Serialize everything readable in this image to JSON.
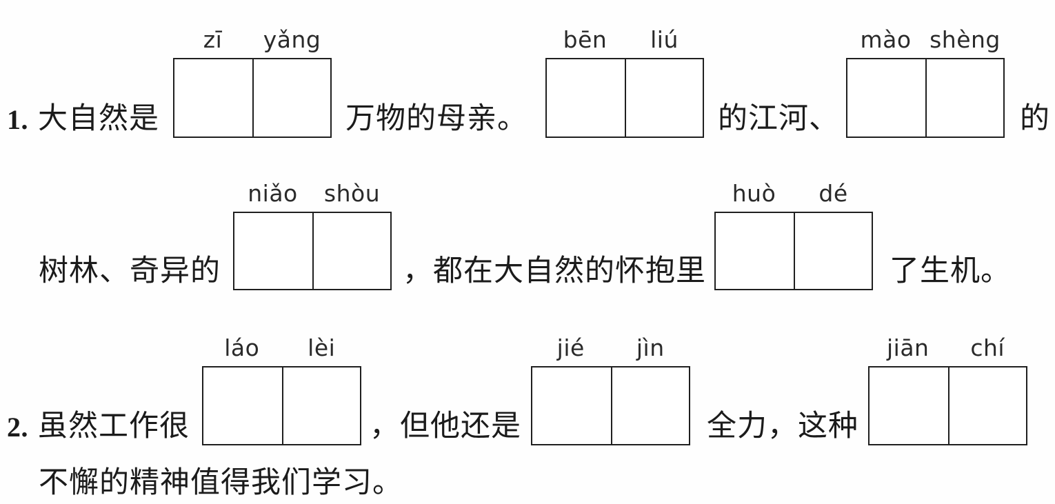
{
  "worksheet": {
    "type": "chinese-pinyin-fill-in-blank",
    "items": [
      {
        "number": "1.",
        "lines": [
          {
            "segments": [
              {
                "kind": "text",
                "value": "大自然是"
              },
              {
                "kind": "blank",
                "pinyin": [
                  "zī",
                  "yǎng"
                ]
              },
              {
                "kind": "text",
                "value": "万物的母亲。"
              },
              {
                "kind": "blank",
                "pinyin": [
                  "bēn",
                  "liú"
                ]
              },
              {
                "kind": "text",
                "value": "的江河、"
              },
              {
                "kind": "blank",
                "pinyin": [
                  "mào",
                  "shèng"
                ]
              },
              {
                "kind": "text",
                "value": "的"
              }
            ]
          },
          {
            "segments": [
              {
                "kind": "text",
                "value": "树林、奇异的"
              },
              {
                "kind": "blank",
                "pinyin": [
                  "niǎo",
                  "shòu"
                ]
              },
              {
                "kind": "text",
                "value": "，都在大自然的怀抱里"
              },
              {
                "kind": "blank",
                "pinyin": [
                  "huò",
                  "dé"
                ]
              },
              {
                "kind": "text",
                "value": "了生机。"
              }
            ]
          }
        ]
      },
      {
        "number": "2.",
        "lines": [
          {
            "segments": [
              {
                "kind": "text",
                "value": "虽然工作很"
              },
              {
                "kind": "blank",
                "pinyin": [
                  "láo",
                  "lèi"
                ]
              },
              {
                "kind": "text",
                "value": "，但他还是"
              },
              {
                "kind": "blank",
                "pinyin": [
                  "jié",
                  "jìn"
                ]
              },
              {
                "kind": "text",
                "value": "全力，这种"
              },
              {
                "kind": "blank",
                "pinyin": [
                  "jiān",
                  "chí"
                ]
              }
            ]
          },
          {
            "segments": [
              {
                "kind": "text",
                "value": "不懈的精神值得我们学习。"
              }
            ]
          }
        ]
      }
    ],
    "line1": {
      "number": "1.",
      "text_a": "大自然是",
      "pinyin_1a": "zī",
      "pinyin_1b": "yǎng",
      "text_b": "万物的母亲。",
      "pinyin_2a": "bēn",
      "pinyin_2b": "liú",
      "text_c": "的江河、",
      "pinyin_3a": "mào",
      "pinyin_3b": "shèng",
      "text_d": "的"
    },
    "line2": {
      "text_a": "树林、奇异的",
      "pinyin_1a": "niǎo",
      "pinyin_1b": "shòu",
      "text_b": "，都在大自然的怀抱里",
      "pinyin_2a": "huò",
      "pinyin_2b": "dé",
      "text_c": "了生机。"
    },
    "line3": {
      "number": "2.",
      "text_a": "虽然工作很",
      "pinyin_1a": "láo",
      "pinyin_1b": "lèi",
      "text_b": "，但他还是",
      "pinyin_2a": "jié",
      "pinyin_2b": "jìn",
      "text_c": "全力，这种",
      "pinyin_3a": "jiān",
      "pinyin_3b": "chí"
    },
    "line4": {
      "text_a": "不懈的精神值得我们学习。"
    },
    "colors": {
      "ink": "#1b1b1b",
      "box_border": "#1f1f1f",
      "paper": "#fefefe"
    }
  }
}
